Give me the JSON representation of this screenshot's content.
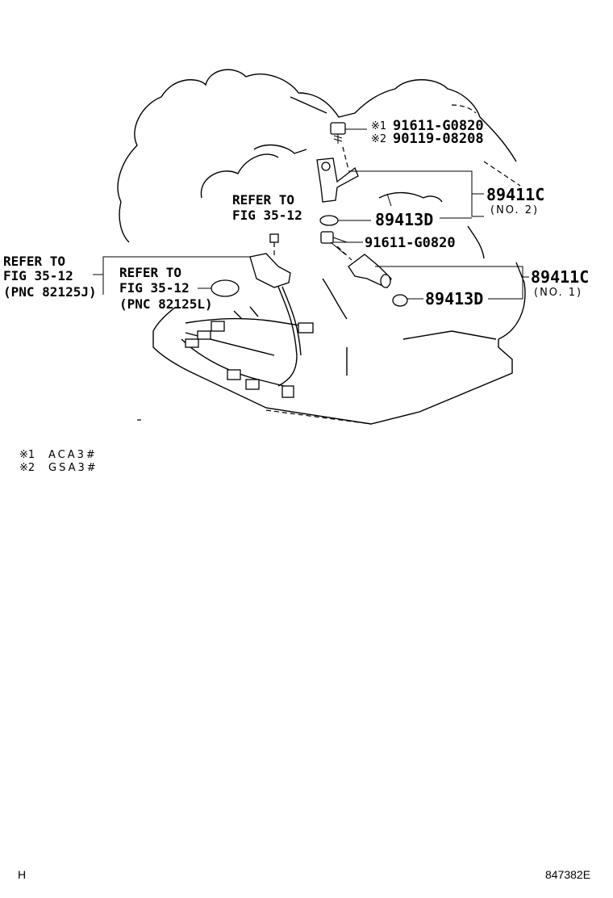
{
  "callouts": {
    "bolt_top": {
      "marker": "※1",
      "pn1": "91611-G0820",
      "marker2": "※2",
      "pn2": "90119-08208"
    },
    "sensor_no2": {
      "pn": "89411C",
      "sub": "(NO. 2)"
    },
    "oring_upper": {
      "pn": "89413D"
    },
    "bolt_mid": {
      "pn": "91611-G0820"
    },
    "sensor_no1": {
      "pn": "89411C",
      "sub": "(NO. 1)"
    },
    "oring_lower": {
      "pn": "89413D"
    },
    "refer_center": {
      "line1": "REFER TO",
      "line2": "FIG 35-12"
    },
    "refer_left": {
      "line1": "REFER TO",
      "line2": "FIG 35-12",
      "line3": "(PNC 82125J)"
    },
    "refer_middle": {
      "line1": "REFER TO",
      "line2": "FIG 35-12",
      "line3": "(PNC 82125L)"
    }
  },
  "notes": [
    {
      "marker": "※1",
      "text": "ACA3#"
    },
    {
      "marker": "※2",
      "text": "GSA3#"
    }
  ],
  "footer": {
    "left": "H",
    "right": "847382E"
  }
}
